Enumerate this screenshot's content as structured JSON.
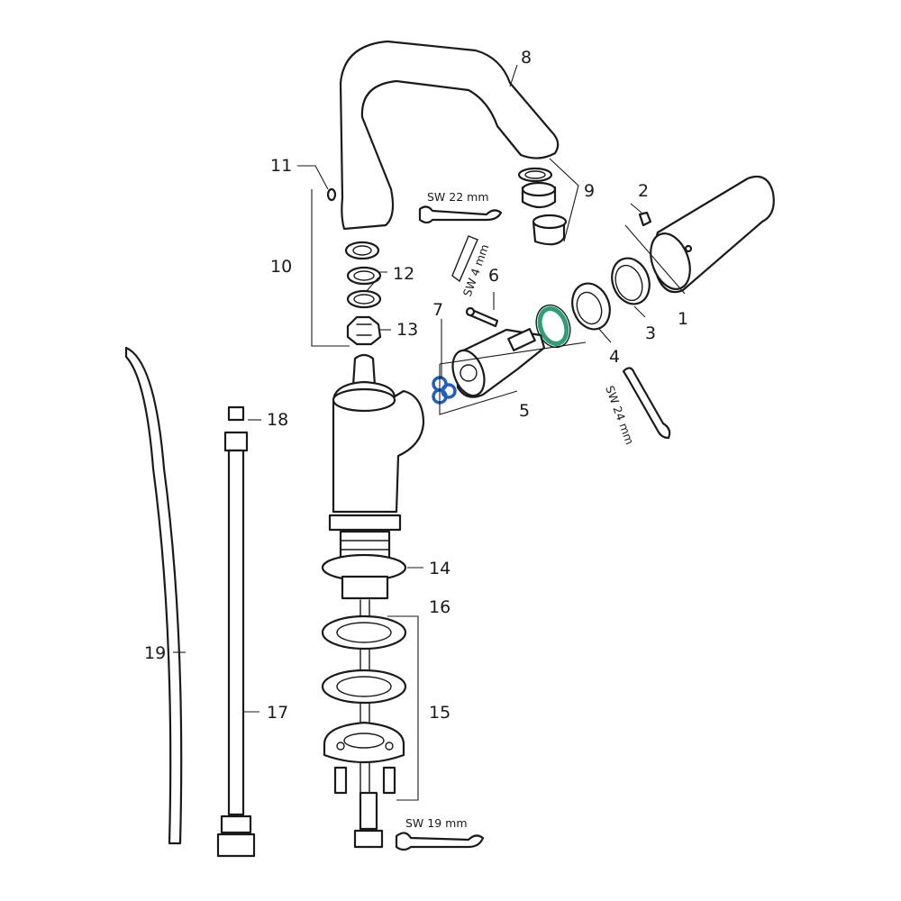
{
  "callouts": [
    {
      "id": "1",
      "text": "1"
    },
    {
      "id": "2",
      "text": "2"
    },
    {
      "id": "3",
      "text": "3"
    },
    {
      "id": "4",
      "text": "4"
    },
    {
      "id": "5",
      "text": "5"
    },
    {
      "id": "6",
      "text": "6"
    },
    {
      "id": "7",
      "text": "7"
    },
    {
      "id": "8",
      "text": "8"
    },
    {
      "id": "9",
      "text": "9"
    },
    {
      "id": "10",
      "text": "10"
    },
    {
      "id": "11",
      "text": "11"
    },
    {
      "id": "12",
      "text": "12"
    },
    {
      "id": "13",
      "text": "13"
    },
    {
      "id": "14",
      "text": "14"
    },
    {
      "id": "15",
      "text": "15"
    },
    {
      "id": "16",
      "text": "16"
    },
    {
      "id": "17",
      "text": "17"
    },
    {
      "id": "18",
      "text": "18"
    },
    {
      "id": "19",
      "text": "19"
    }
  ],
  "tools": {
    "sw22": "SW 22 mm",
    "sw4": "SW 4 mm",
    "sw24": "SW 24 mm",
    "sw19": "SW 19 mm"
  },
  "colors": {
    "line": "#1a1a1a",
    "oring_blue": "#1f5fbf",
    "ring_green": "#2e9e7a"
  }
}
